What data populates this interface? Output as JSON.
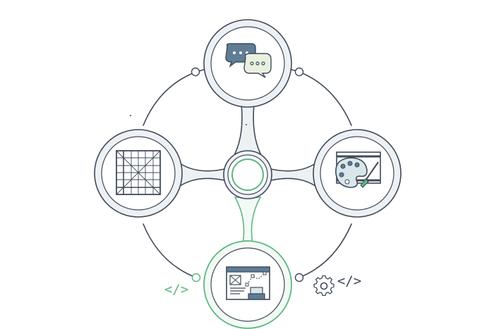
{
  "colors": {
    "background": "#ffffff",
    "stroke": "#3f4a59",
    "fill_light": "#eef1f4",
    "fill_inner": "#f7f9fa",
    "accent_green": "#5cb87f",
    "accent_green_fill": "#f3faf5",
    "bubble_blue": "#5f7d95",
    "bubble_cream": "#e9f0df",
    "palette_fill": "#d9e6ea"
  },
  "nodes": [
    {
      "id": "top",
      "icon": "chat-bubbles-icon",
      "highlighted": false
    },
    {
      "id": "left",
      "icon": "wireframe-grid-icon",
      "highlighted": false
    },
    {
      "id": "right",
      "icon": "paint-palette-icon",
      "highlighted": false
    },
    {
      "id": "bottom",
      "icon": "ui-layout-mockup-icon",
      "highlighted": true
    }
  ],
  "hub": {
    "icon": "hub-ring-icon"
  },
  "labels": {
    "code_left": "</>",
    "code_right": "</>"
  },
  "decorations": [
    {
      "icon": "gear-icon"
    },
    {
      "icon": "connector-dot-icon"
    }
  ]
}
